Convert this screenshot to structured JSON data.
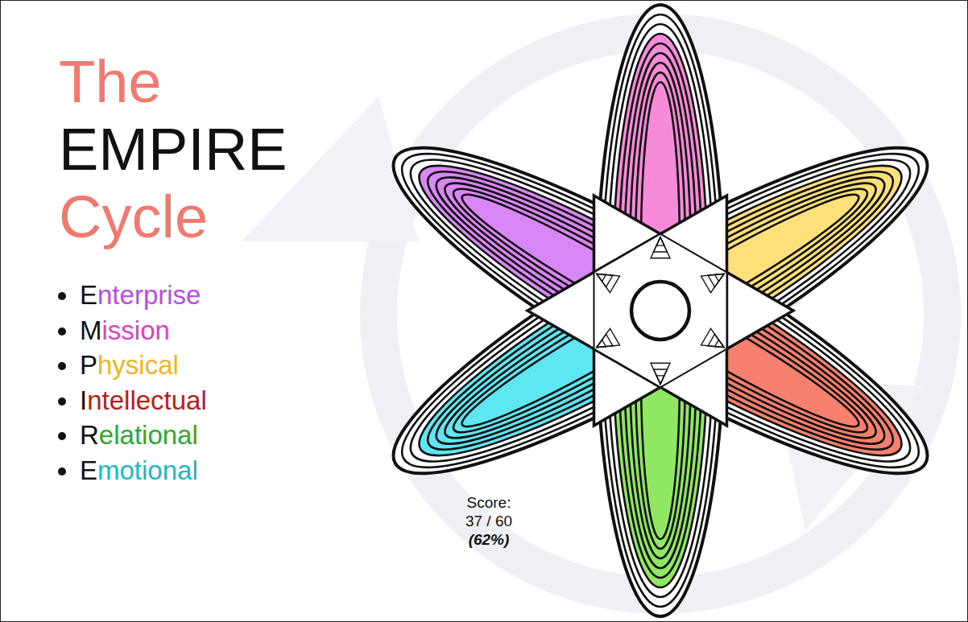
{
  "diagram": {
    "title": "The EMPIRE Cycle",
    "labels": [
      "Enterprise",
      "Mission",
      "Physical",
      "Intellectual",
      "Relational",
      "Emotional",
      "Score:",
      "37 / 60",
      "(62%)"
    ]
  }
}
